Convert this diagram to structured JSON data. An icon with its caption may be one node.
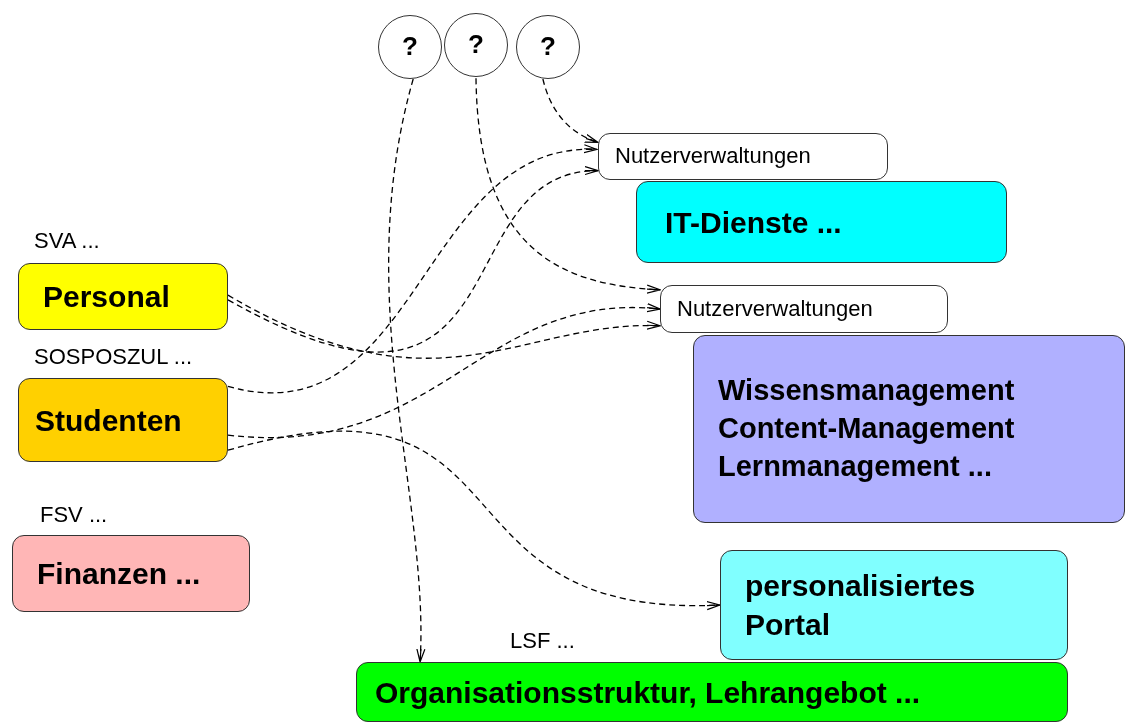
{
  "diagram": {
    "nodes": [
      {
        "text": [
          "?"
        ]
      },
      {
        "text": [
          "?"
        ]
      },
      {
        "text": [
          "?"
        ]
      },
      {
        "text": [
          "Nutzerverwaltungen"
        ]
      },
      {
        "text": [
          "IT-Dienste ..."
        ]
      },
      {
        "text": [
          "Nutzerverwaltungen"
        ]
      },
      {
        "text": [
          "Wissensmanagement Content-Management Lernmanagement ..."
        ]
      },
      {
        "text": [
          "personalisiertes Portal"
        ]
      },
      {
        "text": [
          "Organisationsstruktur, Lehrangebot ..."
        ],
        "beside": [
          "LSF ..."
        ]
      },
      {
        "text": [
          "Personal"
        ],
        "beside": [
          "SVA ..."
        ]
      },
      {
        "text": [
          "Studenten"
        ],
        "beside": [
          "SOSPOSZUL ..."
        ]
      },
      {
        "text": [
          "Finanzen ..."
        ],
        "beside": [
          "FSV ..."
        ]
      }
    ],
    "edges": [
      {
        "from": 2,
        "to": 3,
        "arrow": "to",
        "style": "dashed"
      },
      {
        "from": 1,
        "to": 5,
        "arrow": "to",
        "style": "dashed"
      },
      {
        "from": 0,
        "to": 8,
        "arrow": "to",
        "style": "dashed"
      },
      {
        "from": 10,
        "to": 3,
        "arrow": "to",
        "style": "dashed"
      },
      {
        "from": 9,
        "to": 3,
        "arrow": "to",
        "style": "dashed"
      },
      {
        "from": 10,
        "to": 5,
        "arrow": "to",
        "style": "dashed"
      },
      {
        "from": 9,
        "to": 5,
        "arrow": "to",
        "style": "dashed"
      },
      {
        "from": 10,
        "to": 7,
        "arrow": "to",
        "style": "dashed"
      }
    ]
  }
}
